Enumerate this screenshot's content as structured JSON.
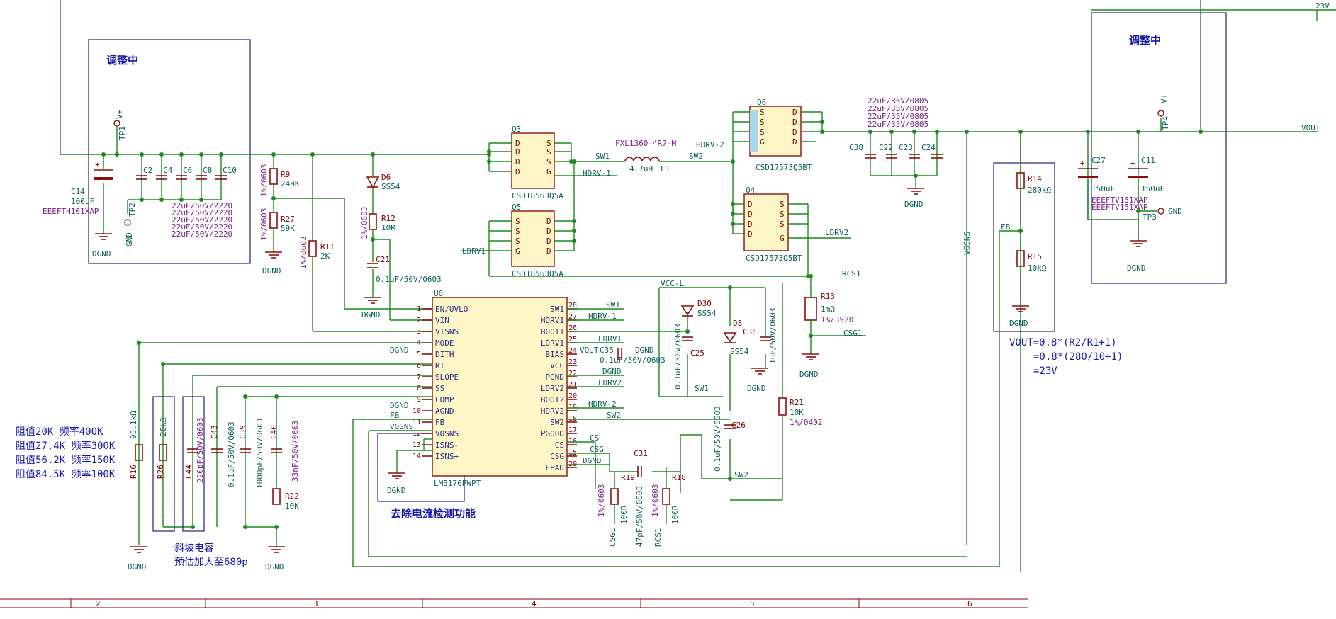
{
  "frame": {
    "columns": [
      "2",
      "3",
      "4",
      "5",
      "6"
    ]
  },
  "boxes": {
    "left_adjusting": "调整中",
    "right_adjusting": "调整中",
    "current_sense_removed": "去除电流检测功能"
  },
  "nets": {
    "v_plus": "V+",
    "v23": "23V",
    "vout": "VOUT",
    "dgnd": "DGND",
    "gnd": "GND",
    "sw1": "SW1",
    "sw2": "SW2",
    "hdrv1": "HDRV-1",
    "hdrv2": "HDRV-2",
    "ldrv1": "LDRV1",
    "ldrv2": "LDRV2",
    "rcs1": "RCS1",
    "csg1": "CSG1",
    "vcc_l": "VCC-L",
    "fb": "FB",
    "vosns": "VOSNS",
    "cs": "CS",
    "csg": "CSG",
    "vout_pin": "VOUT"
  },
  "components": {
    "tp1": "TP1",
    "tp2": "TP2",
    "tp3": "TP3",
    "tp4": "TP4",
    "c14": {
      "ref": "C14",
      "value": "100uF",
      "part": "EEEFTH101XAP"
    },
    "c2": "C2",
    "c4": "C4",
    "c6": "C6",
    "c8": "C8",
    "c10": "C10",
    "cap_22u_2220": [
      "22uF/50V/2220",
      "22uF/50V/2220",
      "22uF/50V/2220",
      "22uF/50V/2220",
      "22uF/50V/2220"
    ],
    "r9": {
      "ref": "R9",
      "value": "249K",
      "tol": "1%/0603"
    },
    "r27": {
      "ref": "R27",
      "value": "59K",
      "tol": "1%/0603"
    },
    "r11": {
      "ref": "R11",
      "value": "2K",
      "tol": "1%/0603"
    },
    "d6": {
      "ref": "D6",
      "value": "SS54"
    },
    "r12": {
      "ref": "R12",
      "value": "10R",
      "tol": "1%/0603"
    },
    "c21": {
      "ref": "C21",
      "value": "0.1uF/50V/0603"
    },
    "q3": {
      "ref": "Q3",
      "part": "CSD18563Q5A"
    },
    "q5": {
      "ref": "Q5",
      "part": "CSD18563Q5A"
    },
    "q6": {
      "ref": "Q6",
      "part": "CSD17573Q5BT"
    },
    "q4": {
      "ref": "Q4",
      "part": "CSD17573Q5BT"
    },
    "l1": {
      "ref": "L1",
      "value": "4.7uH",
      "part": "FXL1360-4R7-M"
    },
    "cap_22u_0805": [
      "22uF/35V/0805",
      "22uF/35V/0805",
      "22uF/35V/0805",
      "22uF/35V/0805"
    ],
    "c38": "C38",
    "c22": "C22",
    "c23": "C23",
    "c24": "C24",
    "r13": {
      "ref": "R13",
      "value": "1mΩ",
      "tol": "1%/3920"
    },
    "d30": {
      "ref": "D30",
      "value": "SS54"
    },
    "d8": {
      "ref": "D8",
      "value": "SS54"
    },
    "c25": {
      "ref": "C25",
      "value": "0.1uF/50V/0603"
    },
    "c36": {
      "ref": "C36",
      "value": "1uF/50V/0603"
    },
    "c35": {
      "ref": "C35",
      "value": "0.1uF/50V/0603"
    },
    "c26": {
      "ref": "C26",
      "value": "0.1uF/50V/0603"
    },
    "r21": {
      "ref": "R21",
      "value": "10K",
      "tol": "1%/0402"
    },
    "r14": {
      "ref": "R14",
      "value": "280kΩ"
    },
    "r15": {
      "ref": "R15",
      "value": "10kΩ"
    },
    "c27": {
      "ref": "C27",
      "value": "150uF",
      "part": "EEEFTV151XAP"
    },
    "c11": {
      "ref": "C11",
      "value": "150uF",
      "part": "EEEFTV151XAP"
    },
    "r16": {
      "ref": "R16",
      "value": "93.1kΩ"
    },
    "r26": {
      "ref": "R26",
      "value": "20kΩ"
    },
    "c44": {
      "ref": "C44",
      "value": "220pF/50V/0603"
    },
    "c43": {
      "ref": "C43",
      "value": "0.1uF/50V/0603"
    },
    "c39": {
      "ref": "C39",
      "value": "1000pF/50V/0603"
    },
    "c40": {
      "ref": "C40",
      "value": "33nF/50V/0603"
    },
    "r22": {
      "ref": "R22",
      "value": "10K"
    },
    "r19": {
      "ref": "R19",
      "value": "100R",
      "tol": "1%/0603"
    },
    "r18": {
      "ref": "R18",
      "value": "100R",
      "tol": "1%/0603"
    },
    "c31": {
      "ref": "C31",
      "value": "47pF/50V/0603"
    }
  },
  "ic": {
    "ref": "U6",
    "part": "LM5176PWPT",
    "left_pins": [
      {
        "num": "1",
        "name": "EN/UVLO"
      },
      {
        "num": "2",
        "name": "VIN"
      },
      {
        "num": "3",
        "name": "VISNS"
      },
      {
        "num": "4",
        "name": "MODE"
      },
      {
        "num": "5",
        "name": "DITH"
      },
      {
        "num": "6",
        "name": "RT"
      },
      {
        "num": "7",
        "name": "SLOPE"
      },
      {
        "num": "8",
        "name": "SS"
      },
      {
        "num": "9",
        "name": "COMP"
      },
      {
        "num": "10",
        "name": "AGND"
      },
      {
        "num": "11",
        "name": "FB"
      },
      {
        "num": "12",
        "name": "VOSNS"
      },
      {
        "num": "13",
        "name": "ISNS-"
      },
      {
        "num": "14",
        "name": "ISNS+"
      }
    ],
    "right_pins": [
      {
        "num": "28",
        "name": "SW1"
      },
      {
        "num": "27",
        "name": "HDRV1"
      },
      {
        "num": "26",
        "name": "BOOT1"
      },
      {
        "num": "25",
        "name": "LDRV1"
      },
      {
        "num": "24",
        "name": "BIAS"
      },
      {
        "num": "23",
        "name": "VCC"
      },
      {
        "num": "22",
        "name": "PGND"
      },
      {
        "num": "21",
        "name": "LDRV2"
      },
      {
        "num": "20",
        "name": "BOOT2"
      },
      {
        "num": "19",
        "name": "HDRV2"
      },
      {
        "num": "18",
        "name": "SW2"
      },
      {
        "num": "17",
        "name": "PGOOD"
      },
      {
        "num": "16",
        "name": "CS"
      },
      {
        "num": "15",
        "name": "CSG"
      },
      {
        "num": "29",
        "name": "EPAD"
      }
    ]
  },
  "fet_pins": {
    "s": "S",
    "d": "D",
    "g": "G"
  },
  "notes": {
    "freq_table": [
      "阻值20K   频率400K",
      "阻值27.4K  频率300K",
      "阻值56.2K  频率150K",
      "阻值84.5K  频率100K"
    ],
    "slope_cap": [
      "斜坡电容",
      "预估加大至680p"
    ],
    "vout_formula": [
      "VOUT=0.8*(R2/R1+1)",
      "=0.8*(280/10+1)",
      "=23V"
    ]
  }
}
